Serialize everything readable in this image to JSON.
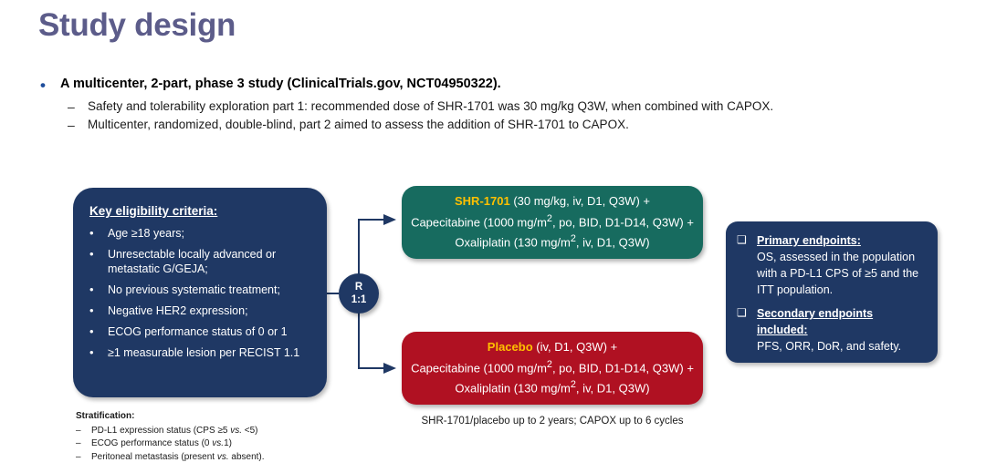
{
  "slide": {
    "title": "Study design"
  },
  "bullets": {
    "marker_level1": "•",
    "marker_level2": "–",
    "level1": "A multicenter, 2-part, phase 3 study (ClinicalTrials.gov, NCT04950322).",
    "level2": [
      "Safety and tolerability exploration part 1: recommended dose of SHR-1701 was 30 mg/kg Q3W, when combined with CAPOX.",
      "Multicenter, randomized, double-blind, part 2 aimed to assess the addition of SHR-1701 to CAPOX."
    ]
  },
  "eligibility": {
    "heading": "Key eligibility criteria:",
    "marker": "•",
    "items": [
      "Age ≥18 years;",
      "Unresectable locally advanced or metastatic G/GEJA;",
      "No previous systematic treatment;",
      "Negative HER2 expression;",
      "ECOG performance status of 0 or 1",
      "≥1 measurable lesion per RECIST 1.1"
    ]
  },
  "randomization": {
    "label": "R",
    "ratio": "1:1"
  },
  "arms": {
    "experimental": {
      "drug": "SHR-1701",
      "drug_dose": " (30 mg/kg, iv, D1, Q3W) +",
      "line2_pre": "Capecitabine (1000 mg/m",
      "line2_sup": "2",
      "line2_post": ", po, BID, D1-D14, Q3W) +",
      "line3_pre": "Oxaliplatin  (130 mg/m",
      "line3_sup": "2",
      "line3_post": ", iv, D1, Q3W)",
      "color": "#176B5F"
    },
    "control": {
      "drug": "Placebo",
      "drug_dose": " (iv, D1, Q3W) +",
      "line2_pre": "Capecitabine (1000 mg/m",
      "line2_sup": "2",
      "line2_post": ", po, BID, D1-D14, Q3W) +",
      "line3_pre": "Oxaliplatin  (130 mg/m",
      "line3_sup": "2",
      "line3_post": ", iv, D1, Q3W)",
      "color": "#B01122"
    },
    "caption": "SHR-1701/placebo up to 2 years; CAPOX up to 6 cycles"
  },
  "endpoints": {
    "marker": "❑",
    "primary": {
      "heading": "Primary endpoints",
      "heading_colon": ":",
      "body": "OS, assessed in the population with a PD-L1 CPS of ≥5 and the ITT population."
    },
    "secondary": {
      "heading": "Secondary endpoints included",
      "heading_colon": ":",
      "body": "PFS, ORR, DoR, and safety."
    }
  },
  "stratification": {
    "title": "Stratification:",
    "marker": "–",
    "items": [
      {
        "pre": "PD-L1 expression status (CPS ≥5 ",
        "em": "vs.",
        "post": " <5)"
      },
      {
        "pre": "ECOG performance status (0 ",
        "em": "vs.",
        "post": "1)"
      },
      {
        "pre": "Peritoneal metastasis (present ",
        "em": "vs.",
        "post": " absent)."
      }
    ]
  },
  "colors": {
    "title": "#5C5C8A",
    "navy": "#1F3864",
    "green": "#176B5F",
    "red": "#B01122",
    "gold": "#FFC000",
    "connector": "#1F3864"
  }
}
